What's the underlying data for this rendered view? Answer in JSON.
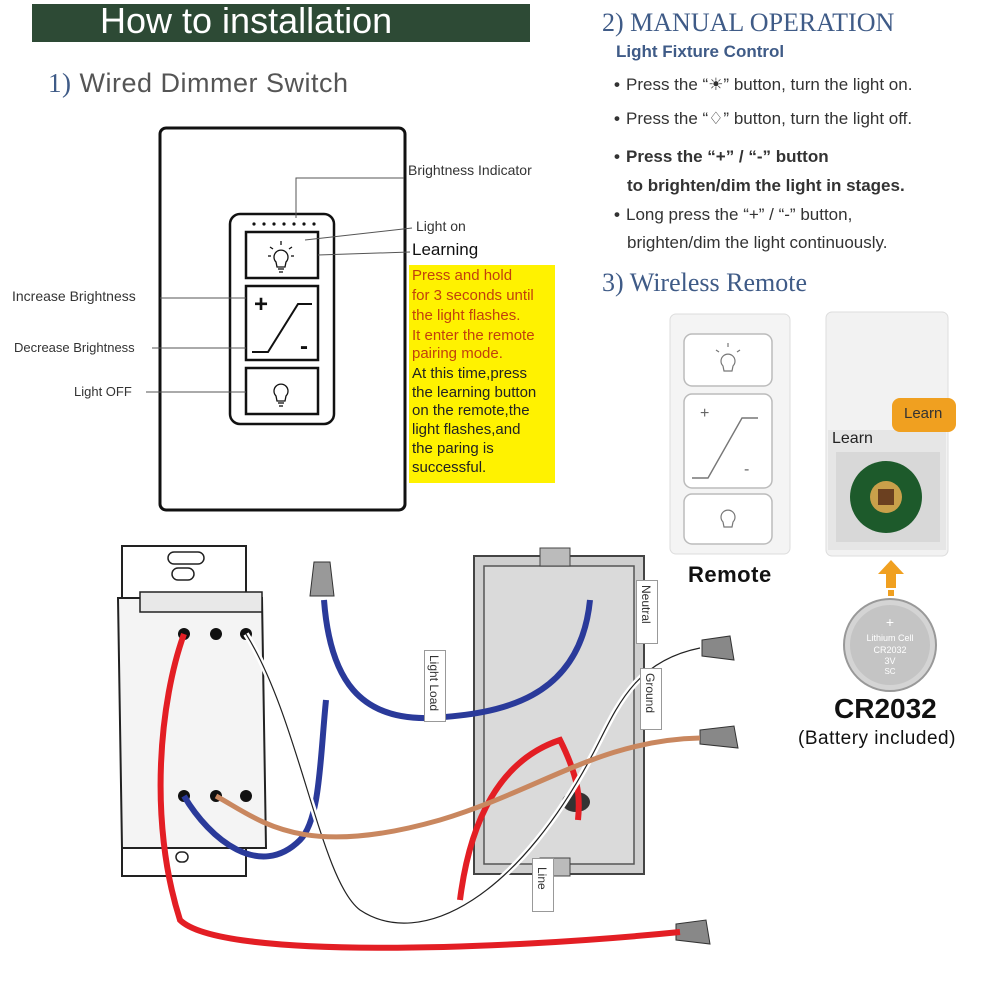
{
  "banner": {
    "title": "How to installation",
    "bg_color": "#2d4a35"
  },
  "section1": {
    "number": "1)",
    "title": "Wired Dimmer Switch"
  },
  "switch_labels": {
    "brightness_indicator": "Brightness Indicator",
    "light_on": "Light on",
    "learning": "Learning",
    "increase_brightness": "Increase Brightness",
    "decrease_brightness": "Decrease Brightness",
    "light_off": "Light OFF"
  },
  "learning_note": {
    "highlight_color": "#fff200",
    "orange_lines": [
      "Press and hold",
      "for 3 seconds until",
      "the light flashes.",
      "It enter the remote",
      "pairing mode."
    ],
    "black_lines": [
      "At this time,press",
      "the learning button",
      "on the remote,the",
      "light flashes,and",
      "the paring is",
      "successful."
    ]
  },
  "section2": {
    "title": "2) MANUAL OPERATION",
    "subtitle": "Light Fixture Control",
    "bullets": [
      {
        "text": "Press the “☀” button, turn the light on."
      },
      {
        "text": "Press the “♢” button, turn the light off."
      },
      {
        "text": "Press the “+” / “-” button",
        "continuation": "to brighten/dim the light in stages."
      },
      {
        "text": "Long press the “+” / “-” button,",
        "continuation": "brighten/dim the light continuously."
      }
    ]
  },
  "section3": {
    "title": "3) Wireless Remote",
    "remote_caption": "Remote",
    "learn_badge": "Learn",
    "learn_etched": "Learn",
    "battery_text": [
      "Lithium Cell",
      "CR2032",
      "3V",
      "SC"
    ],
    "battery_model": "CR2032",
    "battery_note": "(Battery included)"
  },
  "wiring_labels": {
    "light_load": "Light Load",
    "neutral": "Neutral",
    "ground": "Ground",
    "line": "Line"
  },
  "colors": {
    "accent_blue": "#3f5b87",
    "wire_red": "#e31e24",
    "wire_blue": "#2a3a9a",
    "wire_copper": "#c9875f",
    "learn_orange": "#f0a020"
  }
}
